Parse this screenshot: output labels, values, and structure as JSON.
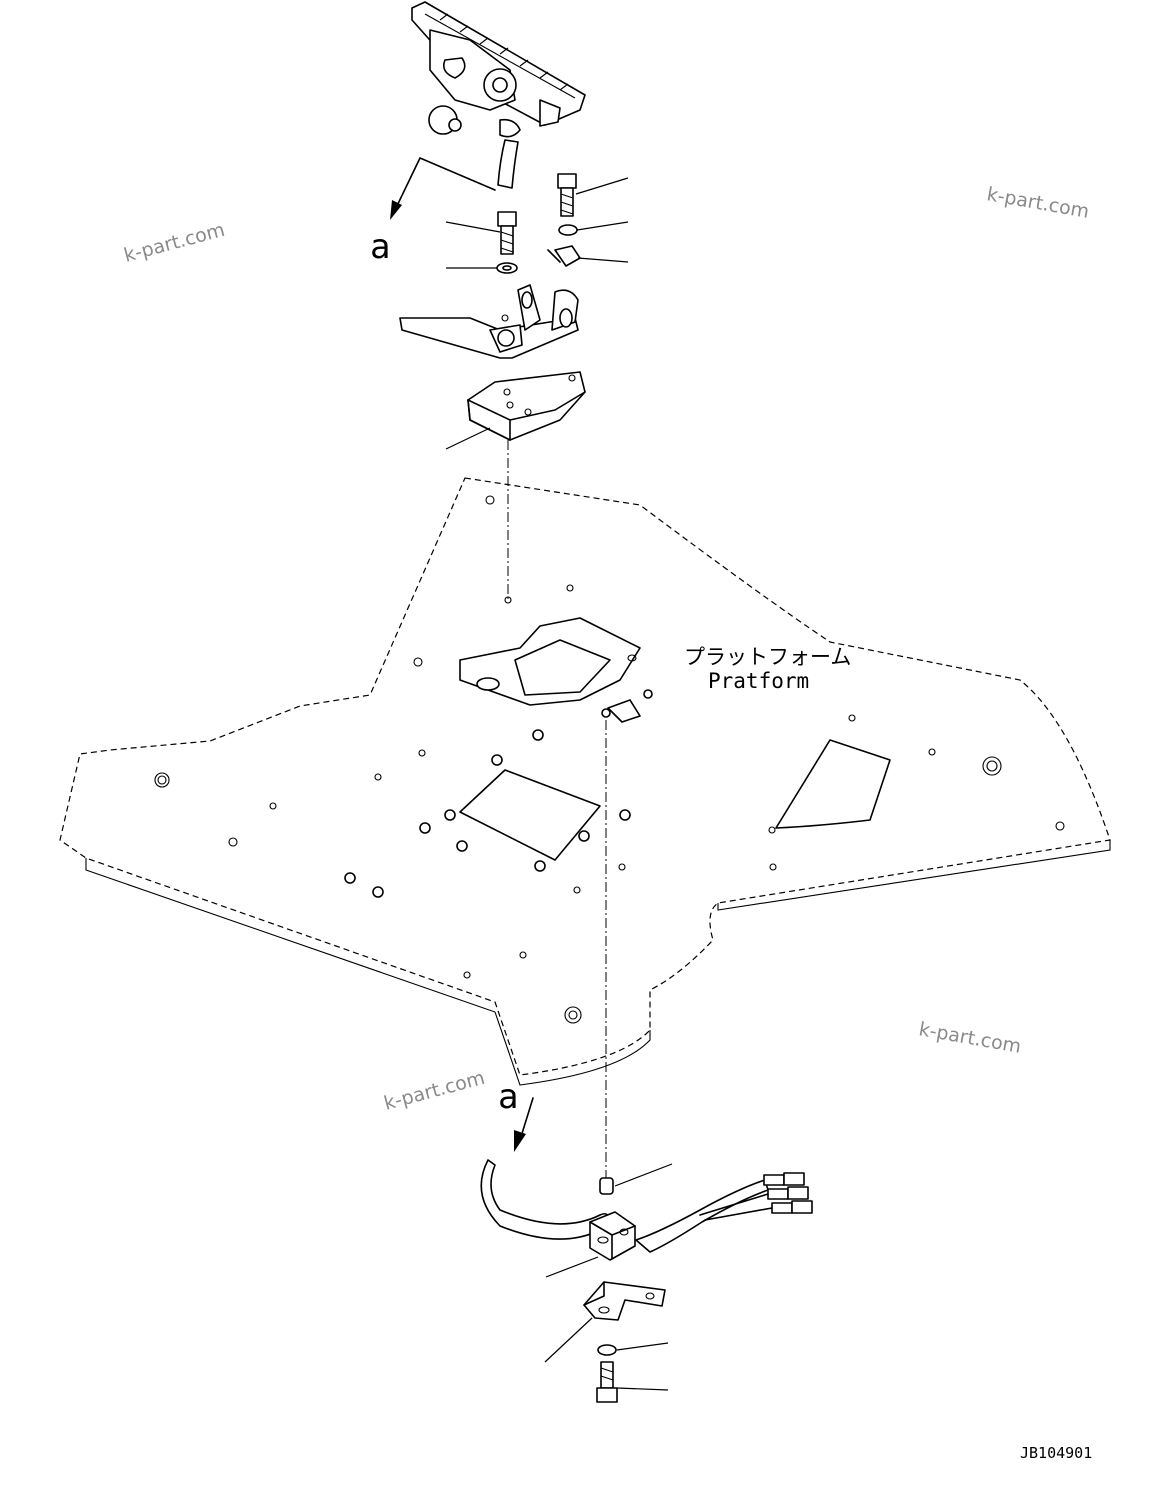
{
  "labels": {
    "view_a_top": "a",
    "view_a_bottom": "a",
    "platform_jp": "プラットフォーム",
    "platform_en": "Pratform",
    "drawing_number": "JB104901"
  },
  "watermarks": [
    "k-part.com",
    "k-part.com",
    "k-part.com",
    "k-part.com"
  ],
  "icons": {
    "pedal": "accelerator-pedal-icon",
    "bolt": "bolt-icon",
    "washer": "washer-icon",
    "sensor": "position-sensor-icon",
    "connector": "wire-connector-icon"
  }
}
